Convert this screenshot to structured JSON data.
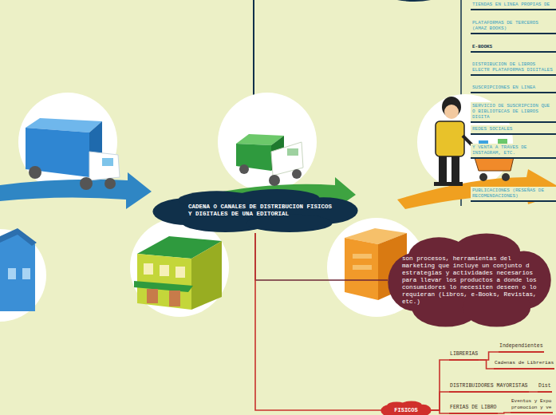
{
  "diagram": {
    "nodes": [
      {
        "text": [
          "CADENA O CANALES DE DISTRIBUCION FISICOS Y DIGITALES DE UNA EDITORIAL"
        ]
      },
      {
        "text": [
          "son procesos, herramientas del marketing  que incluye un  conjunto d estrategias  y actividades necesarios para llevar los productos a donde los consumidores lo necesiten deseen o lo requieran (Libros, e-Books, Revistas, etc.)"
        ]
      },
      {
        "text": [
          "TIENDAS EN LINEA  PROPIAS DE"
        ]
      },
      {
        "text": [
          "PLATAFORMAS DE TERCEROS (AMAZ BOOKS)"
        ]
      },
      {
        "text": [
          "E-BOOKS"
        ]
      },
      {
        "text": [
          "DISTRIBUCION DE LIBROS ELECTR PLATAFORMAS DIGITALES"
        ]
      },
      {
        "text": [
          "SUSCRIPCIONES EN LINEA"
        ]
      },
      {
        "text": [
          "SERVICIO DE SUSCRIPCION QUE O BIBLIOTECAS DE  LIBROS DIGITA"
        ]
      },
      {
        "text": [
          "REDES SOCIALES"
        ]
      },
      {
        "text": [
          "Y VENTA A TRAVES DE INSTAGRAM, ETC."
        ]
      },
      {
        "text": [
          "PUBLICACIONES (RESEÑAS DE RECOMENDACIONES)"
        ]
      },
      {
        "text": [
          "FISICOS"
        ]
      },
      {
        "text": [
          "LIBRERIAS"
        ]
      },
      {
        "text": [
          "Independientes"
        ]
      },
      {
        "text": [
          "Cadenas de Librerias"
        ]
      },
      {
        "text": [
          "DISTRIBUIDORES MAYORISTAS"
        ]
      },
      {
        "text": [
          "Dist"
        ]
      },
      {
        "text": [
          "FERIAS DE LIBRO"
        ]
      },
      {
        "text": [
          "Eventos y Expo promocion y ve"
        ]
      }
    ],
    "edges": [
      {
        "from": 0,
        "to": 1,
        "arrow": "none"
      },
      {
        "from": 0,
        "to": 11,
        "arrow": "none"
      },
      {
        "from": 11,
        "to": 12,
        "arrow": "none"
      },
      {
        "from": 11,
        "to": 15,
        "arrow": "none"
      },
      {
        "from": 11,
        "to": 17,
        "arrow": "none"
      },
      {
        "from": 12,
        "to": 13,
        "arrow": "none"
      },
      {
        "from": 12,
        "to": 14,
        "arrow": "none"
      },
      {
        "from": 15,
        "to": 16,
        "arrow": "none"
      },
      {
        "from": 17,
        "to": 18,
        "arrow": "none"
      }
    ]
  }
}
